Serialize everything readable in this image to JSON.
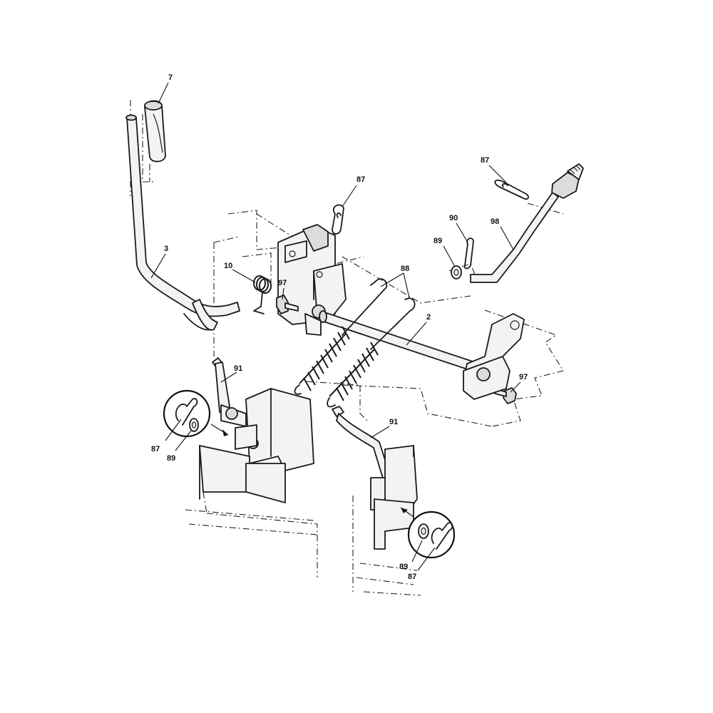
{
  "callouts": {
    "c7": "7",
    "c3": "3",
    "c87_top": "87",
    "c10": "10",
    "c97_left": "97",
    "c88": "88",
    "c2": "2",
    "c87_right": "87",
    "c90": "90",
    "c89_right": "89",
    "c98": "98",
    "c91_left": "91",
    "c87_left_detail": "87",
    "c89_left_detail": "89",
    "c97_right": "97",
    "c91_right": "91",
    "c89_bottom_detail": "89",
    "c87_bottom_detail": "87"
  }
}
